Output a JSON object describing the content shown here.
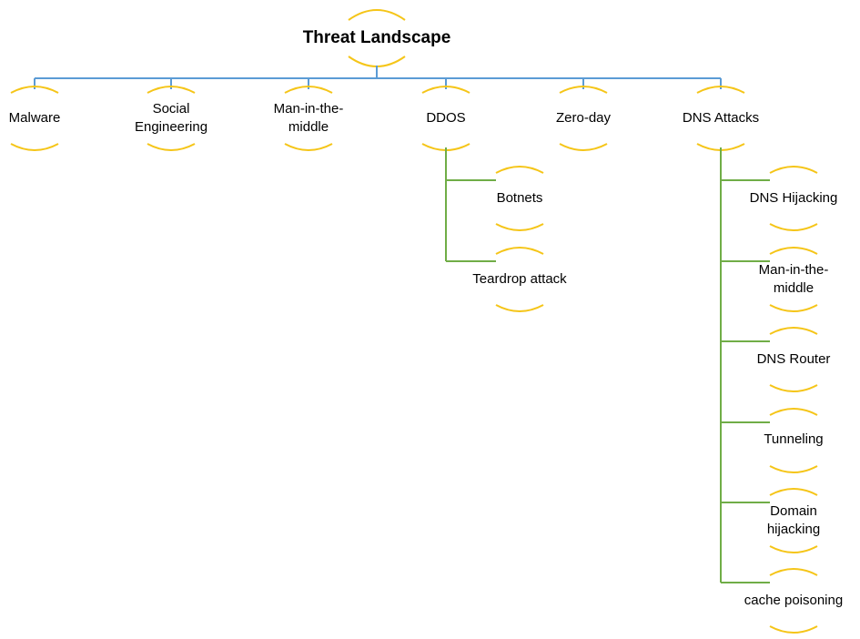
{
  "title": "Threat Landscape",
  "categories": [
    {
      "id": "malware",
      "lines": [
        "Malware"
      ],
      "children": []
    },
    {
      "id": "social-engineering",
      "lines": [
        "Social",
        "Engineering"
      ],
      "children": []
    },
    {
      "id": "man-in-the-middle",
      "lines": [
        "Man-in-the-",
        "middle"
      ],
      "children": []
    },
    {
      "id": "ddos",
      "lines": [
        "DDOS"
      ],
      "children": [
        {
          "id": "botnets",
          "lines": [
            "Botnets"
          ]
        },
        {
          "id": "teardrop-attack",
          "lines": [
            "Teardrop attack"
          ]
        }
      ]
    },
    {
      "id": "zero-day",
      "lines": [
        "Zero-day"
      ],
      "children": []
    },
    {
      "id": "dns-attacks",
      "lines": [
        "DNS Attacks"
      ],
      "children": [
        {
          "id": "dns-hijacking",
          "lines": [
            "DNS Hijacking"
          ]
        },
        {
          "id": "dns-man-in-the-middle",
          "lines": [
            "Man-in-the-",
            "middle"
          ]
        },
        {
          "id": "dns-router",
          "lines": [
            "DNS Router"
          ]
        },
        {
          "id": "tunneling",
          "lines": [
            "Tunneling"
          ]
        },
        {
          "id": "domain-hijacking",
          "lines": [
            "Domain",
            "hijacking"
          ]
        },
        {
          "id": "cache-poisoning",
          "lines": [
            "cache poisoning"
          ]
        }
      ]
    }
  ],
  "colors": {
    "top_connector": "#5b9bd5",
    "child_connector": "#70ad47",
    "node_outline": "#f5c518",
    "text": "#000000"
  }
}
